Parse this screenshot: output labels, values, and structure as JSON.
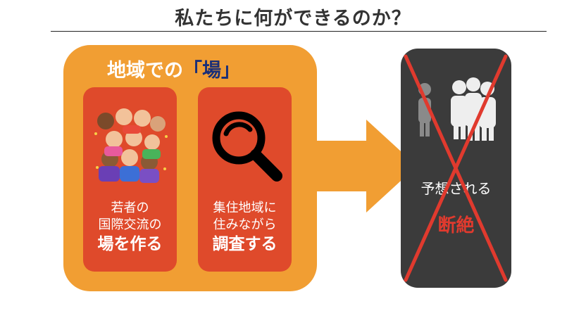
{
  "page": {
    "title": "私たちに何ができるのか？"
  },
  "panel": {
    "title_main": "地域での",
    "title_quote": "「場」"
  },
  "cards": [
    {
      "line1": "若者の",
      "line2": "国際交流の",
      "strong": "場を作る"
    },
    {
      "line1": "集住地域に",
      "line2": "住みながら",
      "strong": "調査する"
    }
  ],
  "outcome": {
    "label": "予想される",
    "strong": "断絶"
  },
  "colors": {
    "panel_orange": "#f19e33",
    "card_red": "#df4a2b",
    "arrow_orange": "#f19e33",
    "dark_box": "#3b3b3b",
    "cross_red": "#e03a2e",
    "quote_navy": "#1a2f78"
  },
  "icons": [
    "crowd-illustration",
    "magnifier-icon",
    "people-group-icon",
    "cross-mark"
  ]
}
